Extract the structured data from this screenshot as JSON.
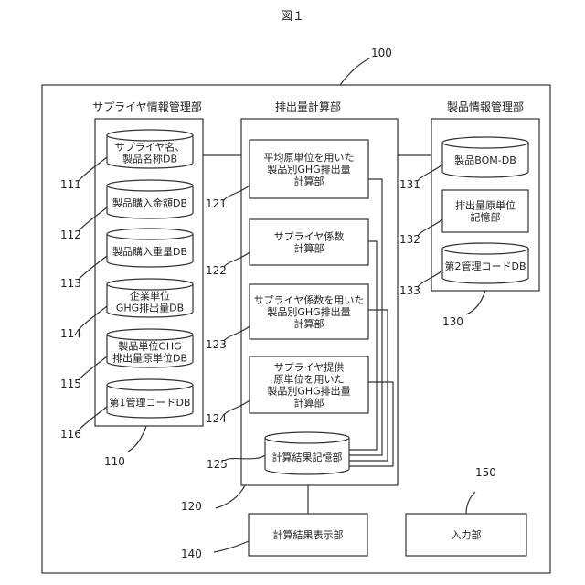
{
  "figure": {
    "title": "図１"
  },
  "system": {
    "ref": "100"
  },
  "supplier": {
    "title": "サプライヤ情報管理部",
    "ref": "110",
    "dbs": [
      {
        "ref": "111",
        "lines": [
          "サプライヤ名、",
          "製品名称DB"
        ]
      },
      {
        "ref": "112",
        "lines": [
          "製品購入金額DB"
        ]
      },
      {
        "ref": "113",
        "lines": [
          "製品購入重量DB"
        ]
      },
      {
        "ref": "114",
        "lines": [
          "企業単位",
          "GHG排出量DB"
        ]
      },
      {
        "ref": "115",
        "lines": [
          "製品単位GHG",
          "排出量原単位DB"
        ]
      },
      {
        "ref": "116",
        "lines": [
          "第1管理コードDB"
        ]
      }
    ]
  },
  "calc": {
    "title": "排出量計算部",
    "ref": "120",
    "units": [
      {
        "ref": "121",
        "lines": [
          "平均原単位を用いた",
          "製品別GHG排出量",
          "計算部"
        ]
      },
      {
        "ref": "122",
        "lines": [
          "サプライヤ係数",
          "計算部"
        ]
      },
      {
        "ref": "123",
        "lines": [
          "サプライヤ係数を用いた",
          "製品別GHG排出量",
          "計算部"
        ]
      },
      {
        "ref": "124",
        "lines": [
          "サプライヤ提供",
          "原単位を用いた",
          "製品別GHG排出量",
          "計算部"
        ]
      }
    ],
    "storage": {
      "ref": "125",
      "lines": [
        "計算結果記憶部"
      ]
    }
  },
  "product": {
    "title": "製品情報管理部",
    "ref": "130",
    "items": [
      {
        "ref": "131",
        "kind": "db",
        "lines": [
          "製品BOM-DB"
        ]
      },
      {
        "ref": "132",
        "kind": "box",
        "lines": [
          "排出量原単位",
          "記憶部"
        ]
      },
      {
        "ref": "133",
        "kind": "db",
        "lines": [
          "第2管理コードDB"
        ]
      }
    ]
  },
  "display": {
    "ref": "140",
    "lines": [
      "計算結果表示部"
    ]
  },
  "input": {
    "ref": "150",
    "lines": [
      "入力部"
    ]
  }
}
